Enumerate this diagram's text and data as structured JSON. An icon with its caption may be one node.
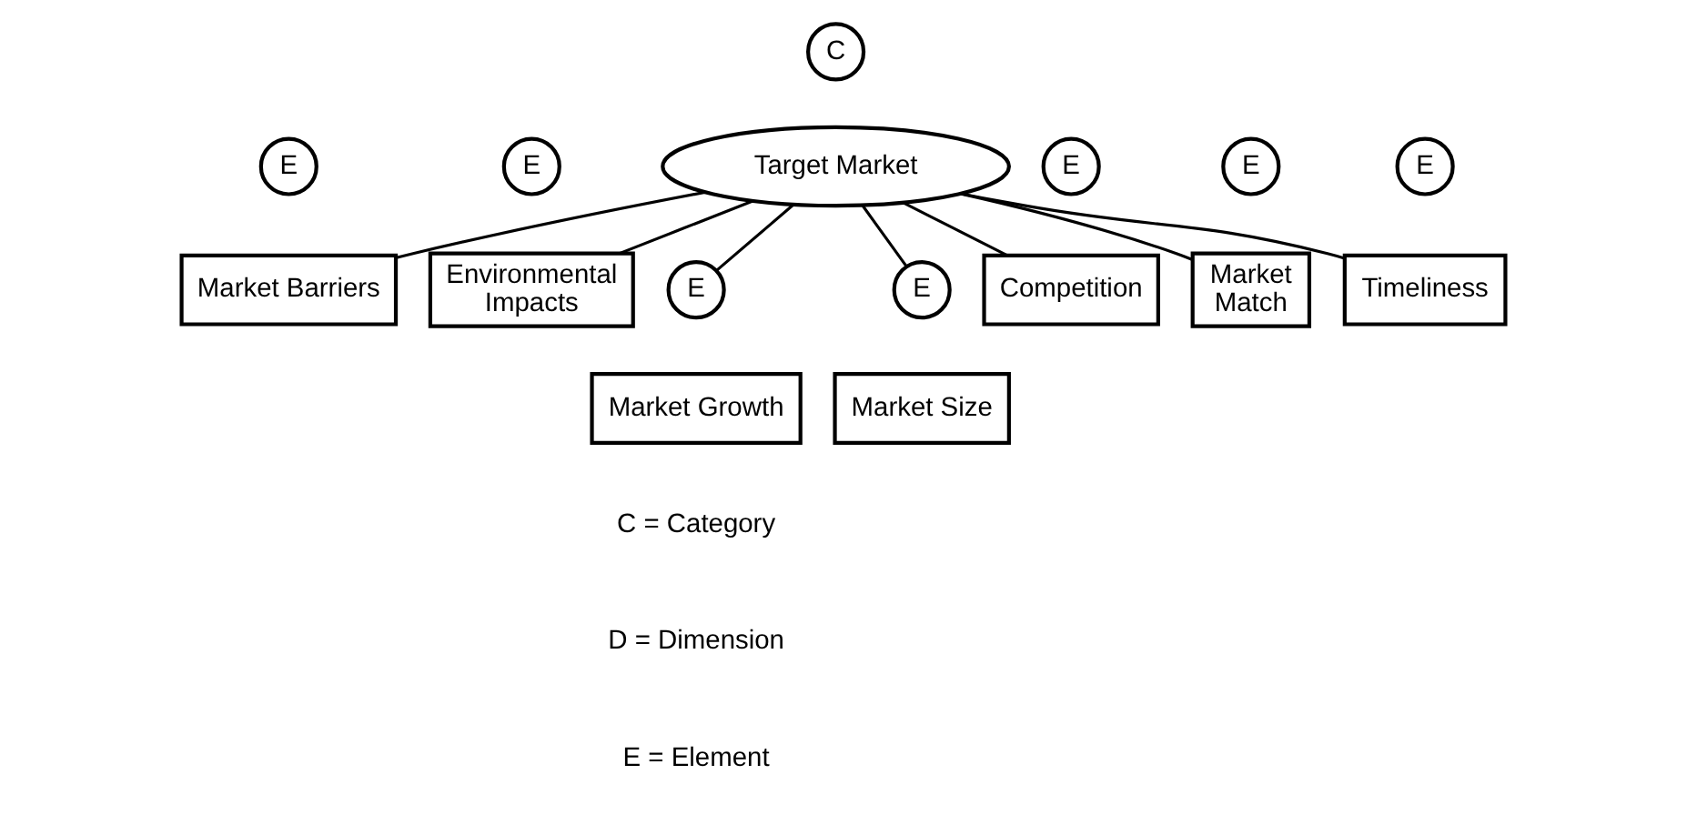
{
  "diagram": {
    "nodes": [
      {
        "text": [
          "C"
        ]
      },
      {
        "text": [
          "Target Market"
        ]
      },
      {
        "text": [
          "E"
        ]
      },
      {
        "text": [
          "Market Size"
        ]
      },
      {
        "text": [
          "E"
        ]
      },
      {
        "text": [
          "Market Barriers"
        ]
      },
      {
        "text": [
          "E"
        ]
      },
      {
        "text": [
          "Environmental Impacts"
        ]
      },
      {
        "text": [
          "E"
        ]
      },
      {
        "text": [
          "Competition"
        ]
      },
      {
        "text": [
          "E"
        ]
      },
      {
        "text": [
          "Market Match"
        ]
      },
      {
        "text": [
          "E"
        ]
      },
      {
        "text": [
          "Timeliness"
        ]
      },
      {
        "text": [
          "E"
        ]
      },
      {
        "text": [
          "Market Growth"
        ]
      }
    ],
    "edges": [
      {
        "from": 1,
        "to": 2,
        "arrow": "none"
      },
      {
        "from": 1,
        "to": 5,
        "arrow": "none"
      },
      {
        "from": 1,
        "to": 7,
        "arrow": "none"
      },
      {
        "from": 1,
        "to": 9,
        "arrow": "none"
      },
      {
        "from": 1,
        "to": 11,
        "arrow": "none"
      },
      {
        "from": 1,
        "to": 13,
        "arrow": "none"
      },
      {
        "from": 1,
        "to": 14,
        "arrow": "none"
      }
    ],
    "labels": [
      "C = Category",
      "D = Dimension",
      "E = Element"
    ]
  }
}
